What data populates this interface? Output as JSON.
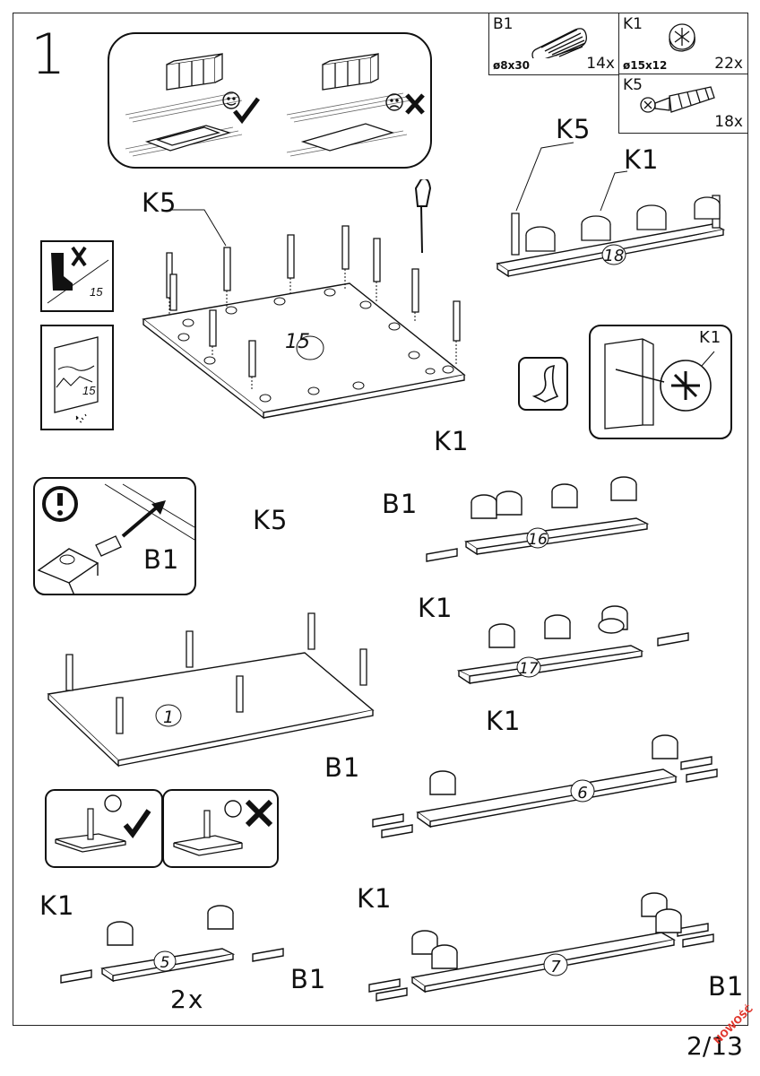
{
  "step": {
    "number": "1"
  },
  "parts": [
    {
      "code": "B1",
      "dimension": "ø8x30",
      "quantity": "14x",
      "icon": "dowel-icon"
    },
    {
      "code": "K1",
      "dimension": "ø15x12",
      "quantity": "22x",
      "icon": "cam-lock-icon"
    },
    {
      "code": "K5",
      "dimension": "",
      "quantity": "18x",
      "icon": "cam-bolt-icon"
    }
  ],
  "panels": {
    "p15": "15",
    "p18": "18",
    "p16": "16",
    "p17": "17",
    "p1": "1",
    "p6": "6",
    "p5": "5",
    "p7": "7",
    "warn_floor": "15",
    "warn_glass": "15"
  },
  "callouts": {
    "k5_main": "K5",
    "k5_side18": "K5",
    "k1_side18": "K1",
    "k1_detail": "K1",
    "k1_p16": "K1",
    "b1_p16": "B1",
    "b1_warning": "B1",
    "k5_p1": "K5",
    "k1_p17": "K1",
    "k1_p6": "K1",
    "b1_p6": "B1",
    "k1_p5": "K1",
    "b1_p5": "B1",
    "k1_p7": "K1",
    "b1_p7": "B1"
  },
  "quantities": {
    "panel5": "2x"
  },
  "page": {
    "number": "2/13"
  },
  "stamp": {
    "text": "NOWOŚĆ",
    "color": "#e0352b"
  },
  "colors": {
    "line": "#111111",
    "hatch": "#666666",
    "warning": "#111111"
  }
}
